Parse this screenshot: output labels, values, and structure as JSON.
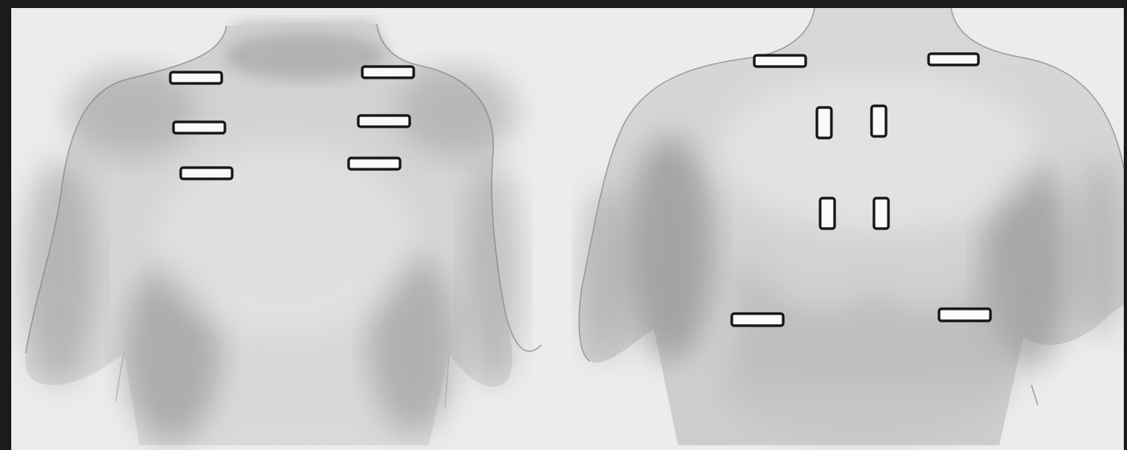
{
  "image": {
    "description_free": true,
    "background_color": "#ececec",
    "frame_color": "#1b1b1b",
    "skin_shade_dark": "#8e8e8e",
    "skin_shade_mid": "#b9b9b9",
    "skin_shade_light": "#dedede",
    "marker_fill": "#fafafa",
    "marker_stroke": "#141414"
  },
  "figures": [
    {
      "view": "front",
      "electrode_count": 6
    },
    {
      "view": "back",
      "electrode_count": 8
    }
  ]
}
